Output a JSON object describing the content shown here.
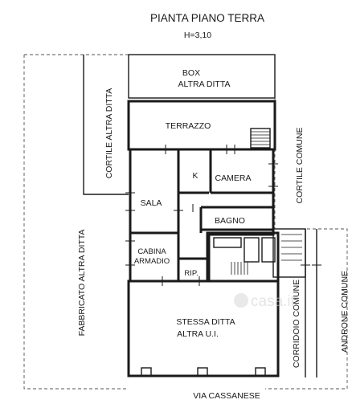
{
  "title": "PIANTA PIANO TERRA",
  "height_note": "H=3,10",
  "rooms": {
    "box_line1": "BOX",
    "box_line2": "ALTRA DITTA",
    "terrazzo": "TERRAZZO",
    "k": "K",
    "camera": "CAMERA",
    "sala": "SALA",
    "bagno": "BAGNO",
    "cabina_line1": "CABINA",
    "cabina_line2": "ARMADIO",
    "rip": "RIP.",
    "stessa_line1": "STESSA DITTA",
    "stessa_line2": "ALTRA U.I."
  },
  "surroundings": {
    "cortile_altra_ditta": "CORTILE ALTRA DITTA",
    "cortile_comune": "CORTILE COMUNE",
    "fabbricato_altra_ditta": "FABBRICATO ALTRA DITTA",
    "corridoio_comune": "CORRIDOIO COMUNE",
    "androne_comune": "ANDRONE COMUNE",
    "street": "VIA CASSANESE"
  },
  "watermark": "casa.it"
}
